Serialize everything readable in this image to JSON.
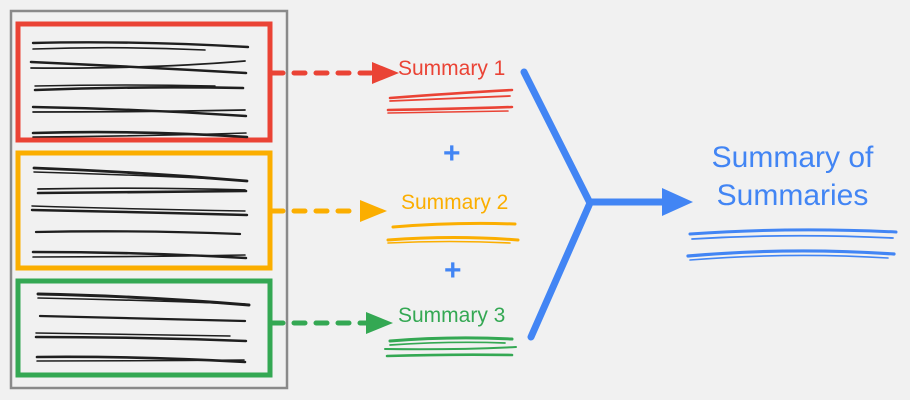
{
  "diagram": {
    "title": "Hierarchical summarization: chunk summaries combined into a summary of summaries",
    "background_color": "#f1f1f1",
    "colors": {
      "red": "#EA4335",
      "orange": "#FBAE00",
      "green": "#34A853",
      "blue": "#4285F4",
      "frame_gray": "#8a8a8a",
      "text_black": "#1a1a1a"
    }
  },
  "document_panel": {
    "name": "source-document",
    "frame_color": "#8a8a8a",
    "chunks": [
      {
        "id": "chunk-1",
        "color": "#EA4335",
        "line_count": 5,
        "connector": {
          "style": "dashed",
          "arrowhead": "solid-triangle",
          "color": "#EA4335"
        }
      },
      {
        "id": "chunk-2",
        "color": "#FBAE00",
        "line_count": 5,
        "connector": {
          "style": "dashed",
          "arrowhead": "solid-triangle",
          "color": "#FBAE00"
        }
      },
      {
        "id": "chunk-3",
        "color": "#34A853",
        "line_count": 4,
        "connector": {
          "style": "dashed",
          "arrowhead": "solid-triangle",
          "color": "#34A853"
        }
      }
    ]
  },
  "summaries": [
    {
      "id": "summary-1",
      "label": "Summary 1",
      "color": "#EA4335",
      "squiggle_lines": 2
    },
    {
      "id": "summary-2",
      "label": "Summary 2",
      "color": "#FBAE00",
      "squiggle_lines": 2
    },
    {
      "id": "summary-3",
      "label": "Summary 3",
      "color": "#34A853",
      "squiggle_lines": 3
    }
  ],
  "operators": [
    {
      "id": "plus-1",
      "symbol": "+",
      "color": "#4285F4"
    },
    {
      "id": "plus-2",
      "symbol": "+",
      "color": "#4285F4"
    }
  ],
  "merge_arrow": {
    "name": "merge-arrow",
    "color": "#4285F4",
    "shape": "y-converge-then-right-arrow"
  },
  "final_output": {
    "id": "summary-of-summaries",
    "label_line_1": "Summary of",
    "label_line_2": "Summaries",
    "color": "#4285F4",
    "squiggle_lines": 3
  }
}
